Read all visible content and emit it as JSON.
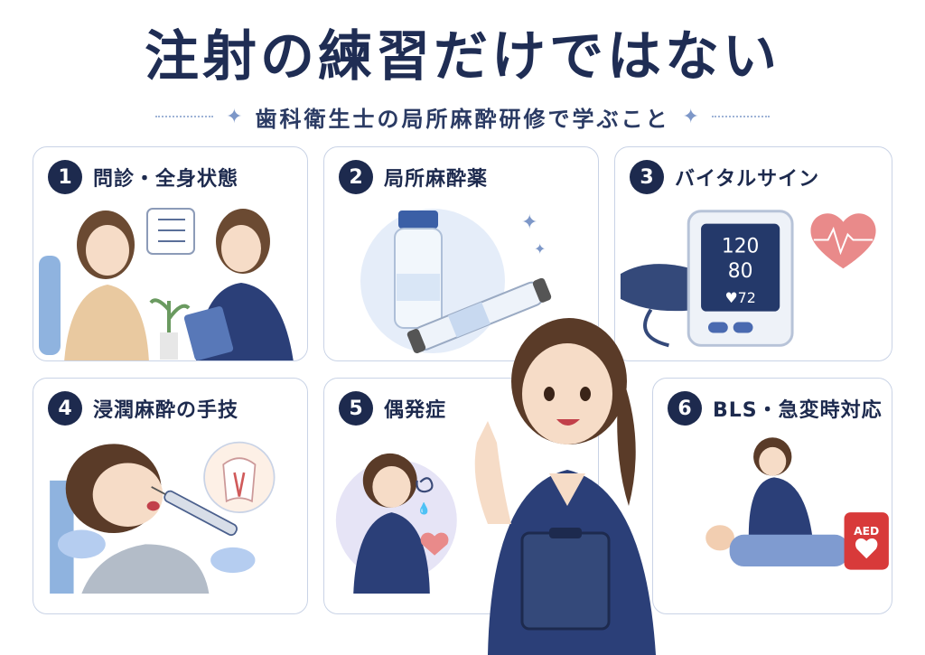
{
  "header": {
    "title": "注射の練習だけではない",
    "subtitle": "歯科衛生士の局所麻酔研修で学ぶこと"
  },
  "cards": [
    {
      "number": "1",
      "title": "問診・全身状態"
    },
    {
      "number": "2",
      "title": "局所麻酔薬"
    },
    {
      "number": "3",
      "title": "バイタルサイン"
    },
    {
      "number": "4",
      "title": "浸潤麻酔の手技"
    },
    {
      "number": "5",
      "title": "偶発症"
    },
    {
      "number": "6",
      "title": "BLS・急変時対応"
    }
  ],
  "vitals": {
    "systolic": "120",
    "diastolic": "80",
    "pulse": "♥72"
  },
  "aed_label": "AED",
  "colors": {
    "navy": "#1d2a4e",
    "scrub": "#2b3f78",
    "accent": "#e05a5a",
    "border": "#c9d3e6"
  }
}
